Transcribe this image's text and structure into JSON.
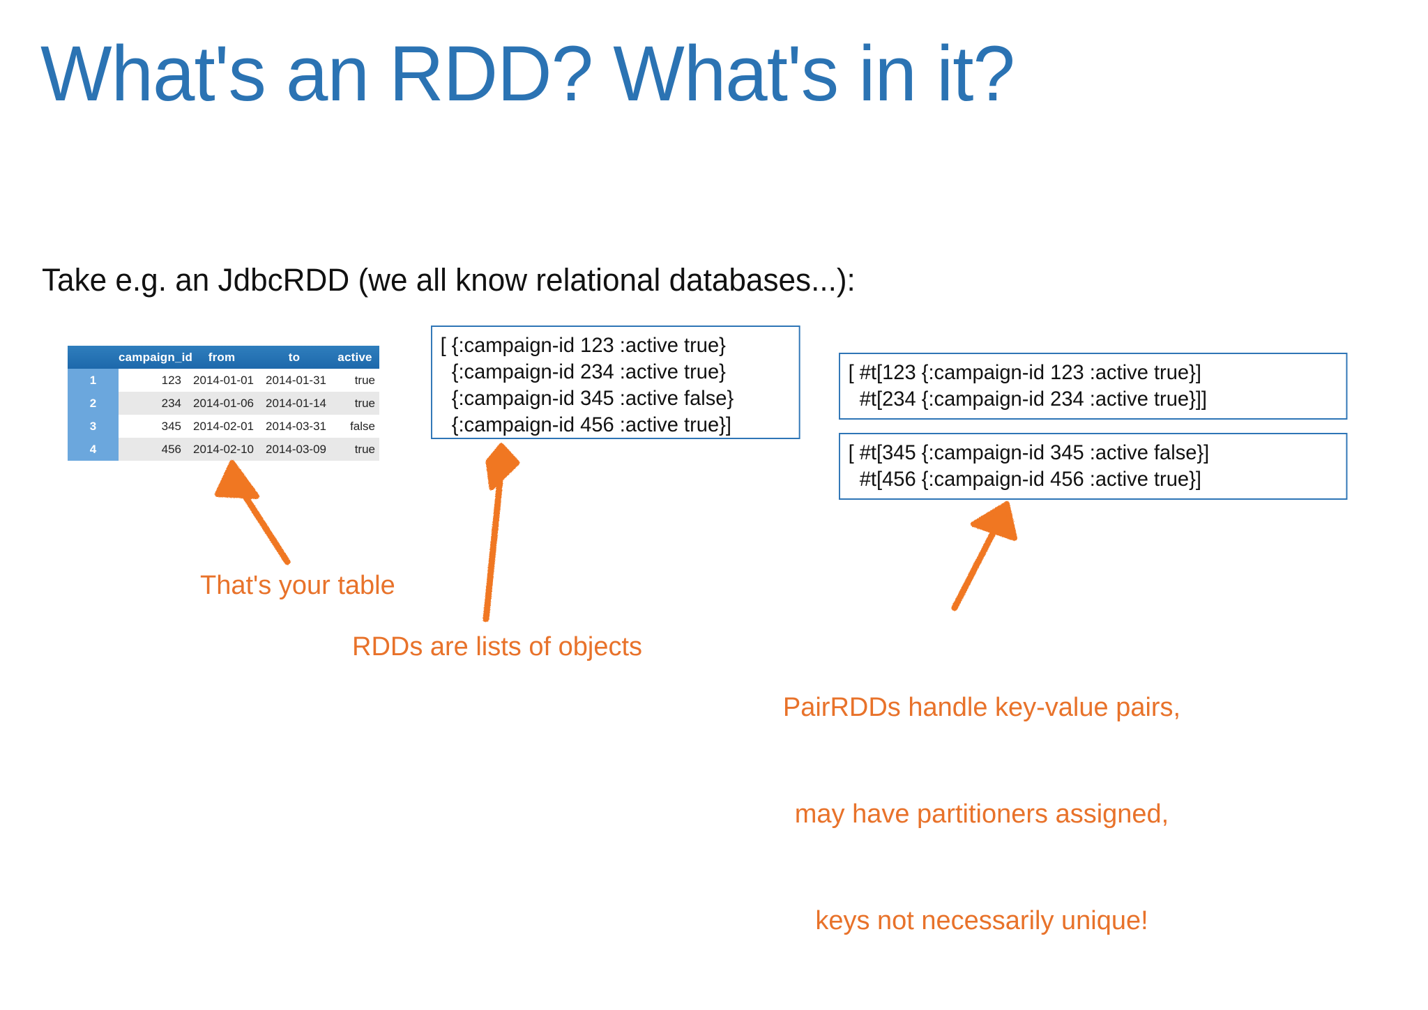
{
  "slide": {
    "title": "What's an RDD? What's in it?",
    "subtitle": "Take e.g. an JdbcRDD (we all know relational databases...):",
    "title_color": "#2B73B3",
    "accent_orange": "#E8722A",
    "box_border_color": "#2E75B6",
    "background": "#ffffff"
  },
  "table": {
    "headers": [
      "",
      "campaign_id",
      "from",
      "to",
      "active"
    ],
    "rows": [
      {
        "index": "1",
        "campaign_id": "123",
        "from": "2014-01-01",
        "to": "2014-01-31",
        "active": "true"
      },
      {
        "index": "2",
        "campaign_id": "234",
        "from": "2014-01-06",
        "to": "2014-01-14",
        "active": "true"
      },
      {
        "index": "3",
        "campaign_id": "345",
        "from": "2014-02-01",
        "to": "2014-03-31",
        "active": "false"
      },
      {
        "index": "4",
        "campaign_id": "456",
        "from": "2014-02-10",
        "to": "2014-03-09",
        "active": "true"
      }
    ],
    "header_bg": "#1d68ab",
    "index_bg": "#6ba7dd",
    "stripe_bg": "#e8e8e8"
  },
  "code_boxes": {
    "rdd": "[ {:campaign-id 123 :active true}\n  {:campaign-id 234 :active true}\n  {:campaign-id 345 :active false}\n  {:campaign-id 456 :active true}]",
    "pair_one": "[ #t[123 {:campaign-id 123 :active true}]\n  #t[234 {:campaign-id 234 :active true}]]",
    "pair_two": "[ #t[345 {:campaign-id 345 :active false}]\n  #t[456 {:campaign-id 456 :active true}]"
  },
  "annotations": {
    "table_note": "That's your table",
    "rdd_note": "RDDs are lists of objects",
    "pair_note_line1": "PairRDDs handle key-value pairs,",
    "pair_note_line2": "may have partitioners assigned,",
    "pair_note_line3": "keys not necessarily unique!"
  }
}
